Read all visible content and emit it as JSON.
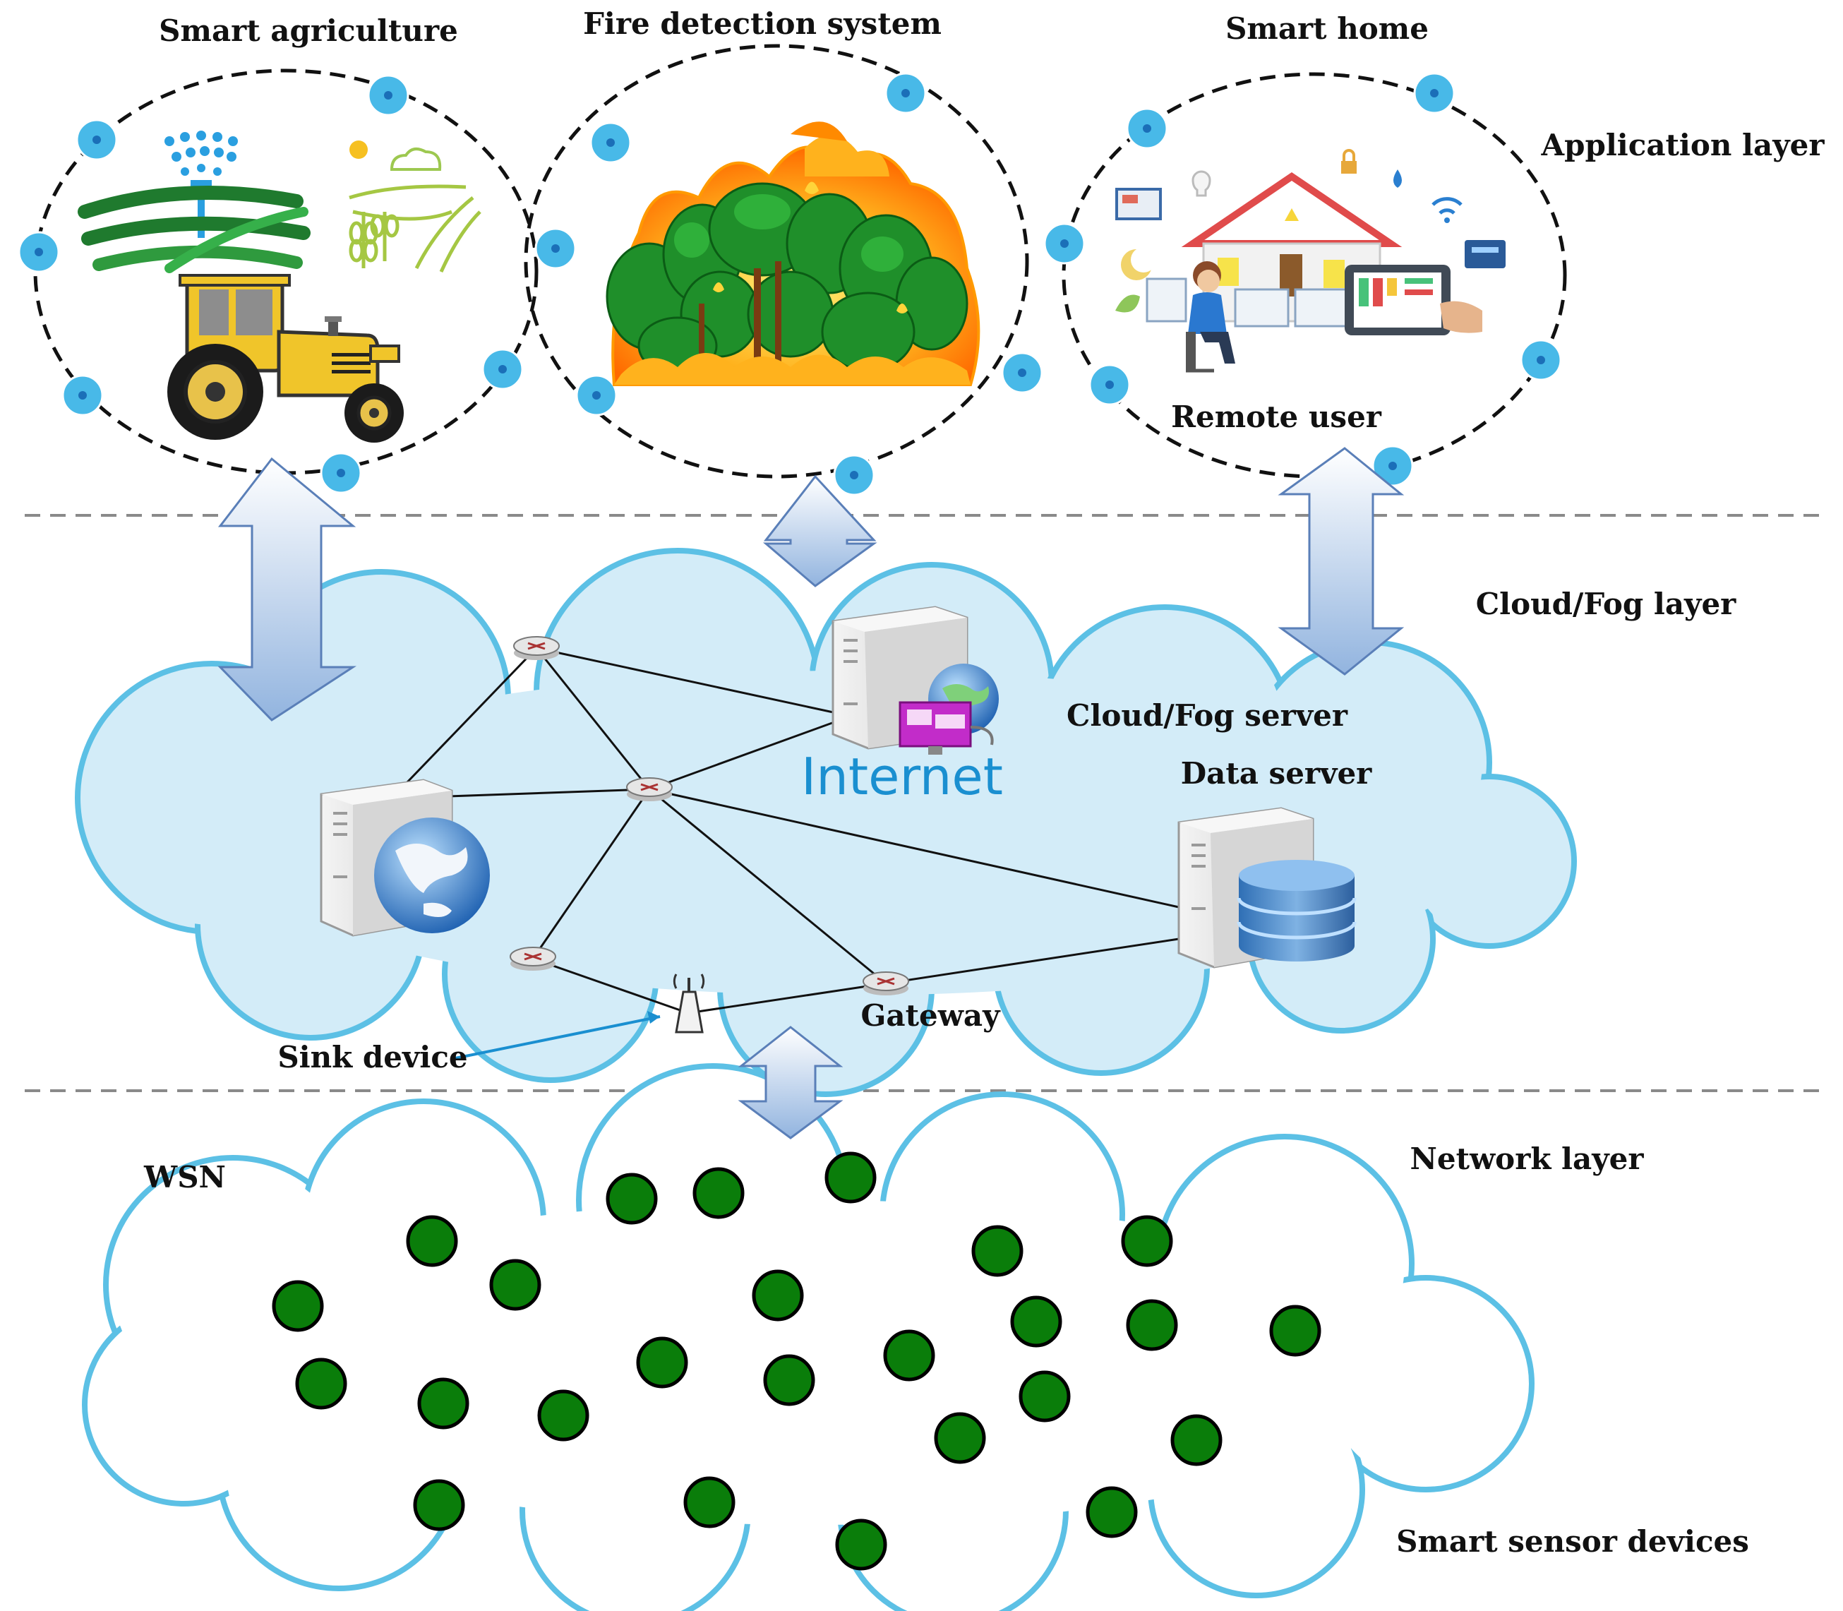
{
  "labels": {
    "smart_agriculture": "Smart agriculture",
    "fire_detection": "Fire detection system",
    "smart_home": "Smart home",
    "application_layer": "Application layer",
    "remote_user": "Remote user",
    "cloud_fog_layer": "Cloud/Fog layer",
    "cloud_fog_server": "Cloud/Fog server",
    "internet": "Internet",
    "data_server": "Data server",
    "gateway": "Gateway",
    "sink_device": "Sink device",
    "network_layer": "Network layer",
    "wsn": "WSN",
    "smart_sensor_devices": "Smart sensor devices"
  },
  "colors": {
    "cloud_fill": "#d3ecf8",
    "cloud_outline": "#5cc0e5",
    "sensor_node": "#0a7d0a",
    "orbit_node": "#48b9e8",
    "arrow_top": "#ffffff",
    "arrow_bottom": "#92b4df"
  },
  "icons": [
    "tractor-icon",
    "sprinkler-icon",
    "forest-fire-icon",
    "smart-home-icon",
    "server-icon",
    "globe-icon",
    "database-icon",
    "router-icon",
    "antenna-icon"
  ]
}
